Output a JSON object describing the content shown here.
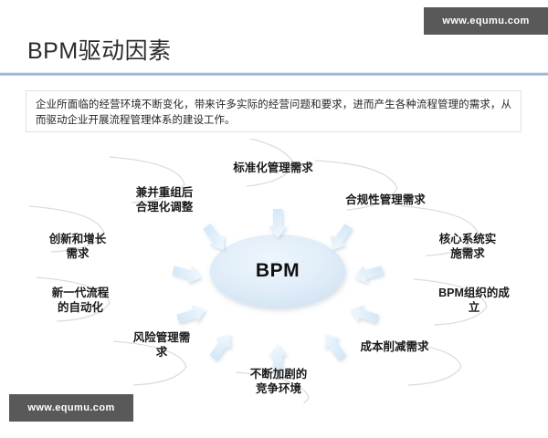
{
  "slide": {
    "title": "BPM驱动因素",
    "intro": "企业所面临的经营环境不断变化，带来许多实际的经营问题和要求，进而产生各种流程管理的需求，从而驱动企业开展流程管理体系的建设工作。"
  },
  "watermark": {
    "top_right": "www.equmu.com",
    "bottom_left": "www.equmu.com"
  },
  "diagram": {
    "center": "BPM",
    "colors": {
      "center_fill": "#dce9f5",
      "arrow_fill": "#e3f0fa",
      "arc_stroke": "#d9d9d9",
      "rule": "#8aa9cc",
      "watermark_bg": "#595959",
      "title_text": "#2b2b2b"
    },
    "nodes": [
      {
        "label": "标准化管理需求"
      },
      {
        "label": "合规性管理需求"
      },
      {
        "label": "核心系统实\n施需求"
      },
      {
        "label": "BPM组织的成立"
      },
      {
        "label": "成本削减需求"
      },
      {
        "label": "不断加剧的\n竞争环境"
      },
      {
        "label": "风险管理需\n求"
      },
      {
        "label": "新一代流程\n的自动化"
      },
      {
        "label": "创新和增长\n需求"
      },
      {
        "label": "兼并重组后\n合理化调整"
      }
    ]
  }
}
